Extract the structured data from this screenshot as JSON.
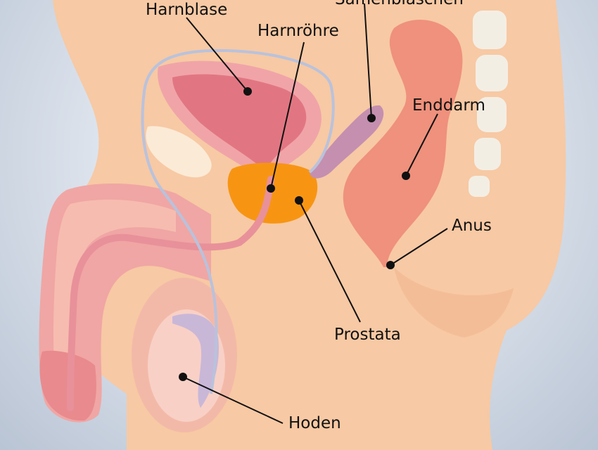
{
  "labels": {
    "bladder": "Harnblase",
    "seminal_vesicle": "Samenbläschen",
    "urethra": "Harnröhre",
    "rectum": "Enddarm",
    "anus": "Anus",
    "prostate": "Prostata",
    "testis": "Hoden"
  },
  "colors": {
    "background": "#dfe5ee",
    "skin": "#f7c9a4",
    "bladder": "#e78a92",
    "prostate": "#f79513",
    "seminal_vesicle": "#c58fb0",
    "rectum": "#ef917c",
    "spine": "#f3eee4",
    "vas_deferens": "#b9c2dc",
    "leader_line": "#111111"
  }
}
